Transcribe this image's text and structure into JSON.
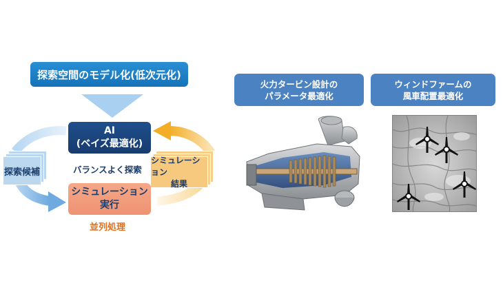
{
  "header": {
    "label": "探索空間のモデル化(低次元化)"
  },
  "ai_box": {
    "line1": "AI",
    "line2": "(ベイズ最適化)"
  },
  "balance_caption": "バランスよく探索",
  "candidates_box": {
    "label": "探索候補"
  },
  "sim_result_box": {
    "line1": "シミュレーション",
    "line2": "結果"
  },
  "sim_exec_box": {
    "line1": "シミュレーション",
    "line2": "実行"
  },
  "parallel_caption": "並列処理",
  "examples": [
    {
      "line1": "火力タービン設計の",
      "line2": "パラメータ最適化"
    },
    {
      "line1": "ウィンドファームの",
      "line2": "風車配置最適化"
    }
  ],
  "colors": {
    "banner_blue": "#1f80c9",
    "navy": "#1b4a86",
    "salmon": "#f19b7b",
    "orange_caption": "#e2701f",
    "pill_blue": "#4b83c2",
    "arrow_blue": "#8cbce8",
    "arrow_orange": "#f3b12a",
    "photo_frame_green": "#5aa04a"
  },
  "icons": {
    "turbine_photo": "steam-turbine-cutaway-image",
    "windfarm_map": "terrain-map-with-wind-turbine-icons"
  }
}
